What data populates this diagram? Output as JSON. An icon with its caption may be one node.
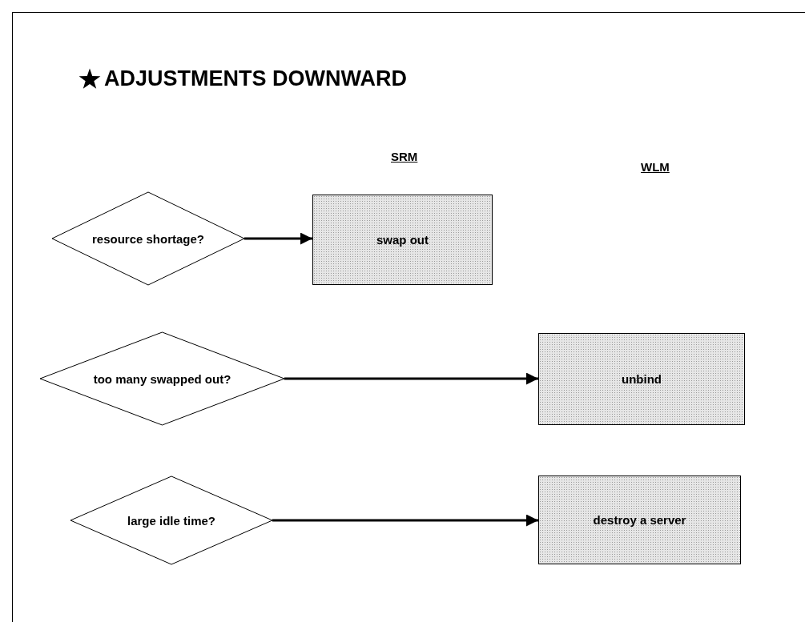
{
  "diagram": {
    "title": "ADJUSTMENTS DOWNWARD",
    "nodes": [
      {
        "text": [
          "resource shortage?"
        ]
      },
      {
        "text": [
          "swap out"
        ]
      },
      {
        "text": [
          "too many swapped out?"
        ]
      },
      {
        "text": [
          "unbind"
        ]
      },
      {
        "text": [
          "large idle time?"
        ]
      },
      {
        "text": [
          "destroy a server"
        ]
      }
    ],
    "edges": [
      {
        "from": 0,
        "to": 1,
        "arrow": "to"
      },
      {
        "from": 2,
        "to": 3,
        "arrow": "to"
      },
      {
        "from": 4,
        "to": 5,
        "arrow": "to"
      }
    ],
    "labels": [
      "SRM",
      "WLM"
    ]
  }
}
